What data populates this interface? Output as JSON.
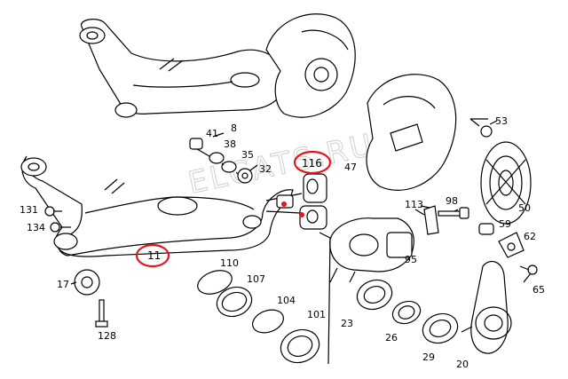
{
  "watermark": "ELCATS.RU",
  "labels": {
    "p8": "8",
    "p41": "41",
    "p38": "38",
    "p35": "35",
    "p32": "32",
    "p116": "116",
    "p47": "47",
    "p53": "53",
    "p131": "131",
    "p134": "134",
    "p113": "113",
    "p98": "98",
    "p50": "50",
    "p59": "59",
    "p62": "62",
    "p11": "11",
    "p110": "110",
    "p107": "107",
    "p17": "17",
    "p104": "104",
    "p95": "95",
    "p65": "65",
    "p101": "101",
    "p23": "23",
    "p26": "26",
    "p128": "128",
    "p29": "29",
    "p20": "20"
  },
  "colors": {
    "highlight": "#e8141c",
    "line": "#000000"
  }
}
